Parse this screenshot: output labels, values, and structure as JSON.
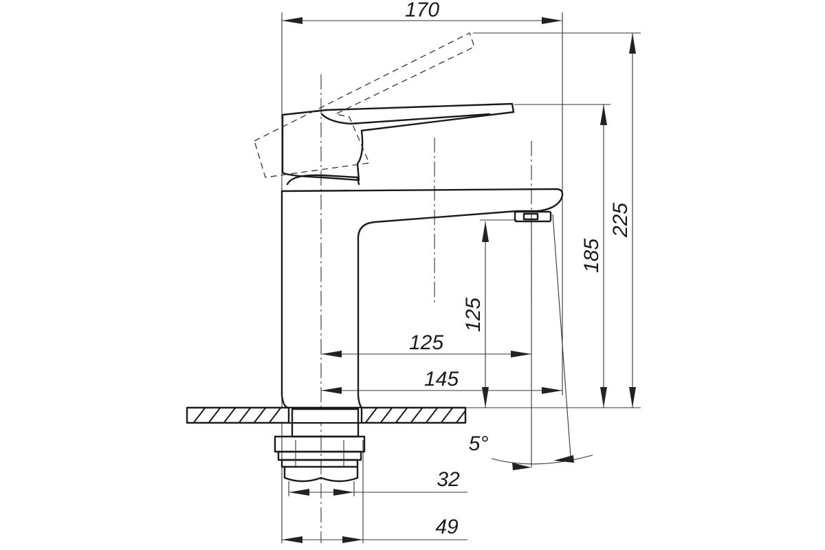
{
  "dimensions": {
    "overall_width": "170",
    "overall_height": "225",
    "lever_height": "185",
    "spout_height": "125",
    "spout_reach": "125",
    "outlet_reach": "145",
    "tilt_angle": "5°",
    "thread_diameter": "32",
    "base_diameter": "49"
  },
  "colors": {
    "line": "#1a1a1a",
    "background": "#ffffff"
  }
}
